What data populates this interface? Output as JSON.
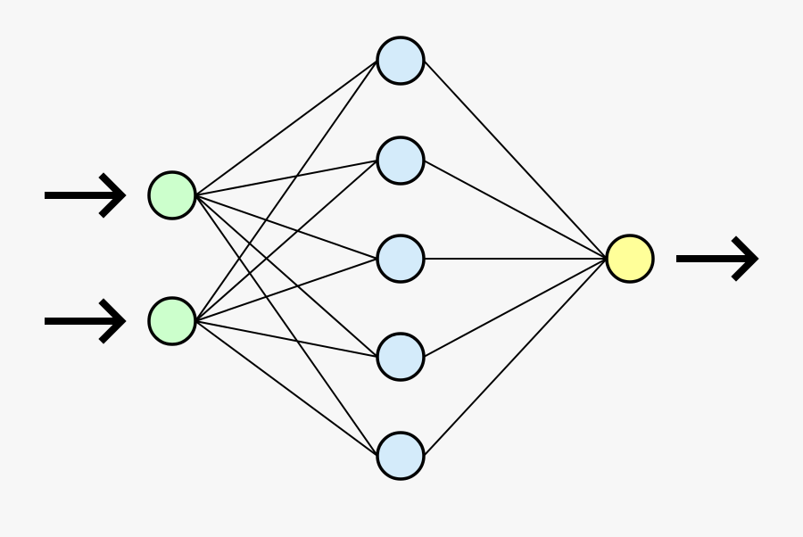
{
  "diagram": {
    "type": "feedforward-neural-network",
    "layers": [
      {
        "role": "input",
        "node_count": 2,
        "color": "#ccffcc"
      },
      {
        "role": "hidden",
        "node_count": 5,
        "color": "#d4ebfa"
      },
      {
        "role": "output",
        "node_count": 1,
        "color": "#ffff99"
      }
    ],
    "connectivity": "fully-connected",
    "input_arrows": 2,
    "output_arrows": 1,
    "stroke_color": "#000000",
    "background": "#f7f7f7"
  }
}
